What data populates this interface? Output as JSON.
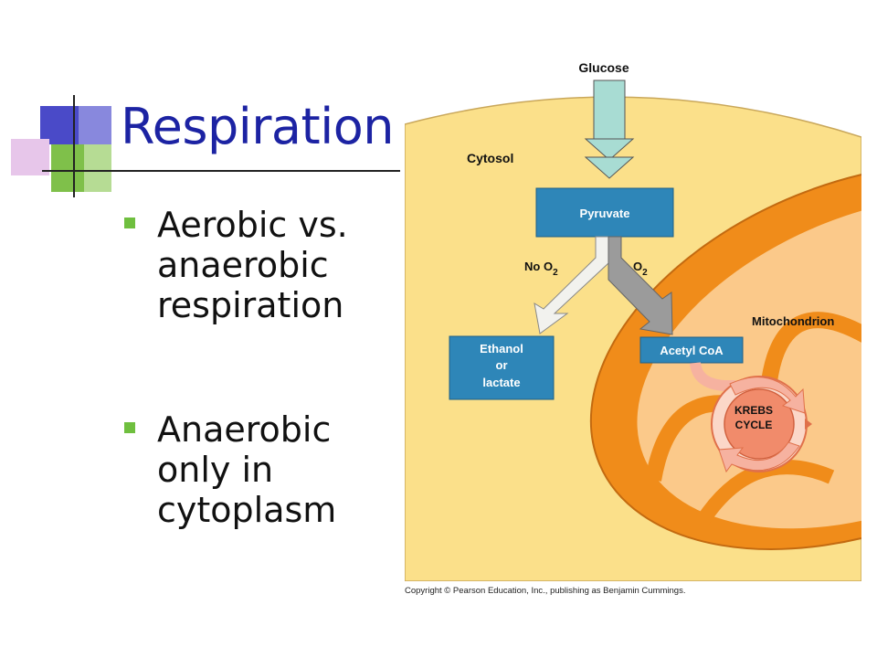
{
  "slide": {
    "title": "Respiration",
    "bullets": [
      "Aerobic vs.\nanaerobic\nrespiration",
      "Anaerobic\nonly in\ncytoplasm"
    ]
  },
  "diagram": {
    "glucose": "Glucose",
    "cytosol": "Cytosol",
    "pyruvate": "Pyruvate",
    "no_o2": "No O",
    "o2": "O",
    "o2_subscript": "2",
    "mitochondrion": "Mitochondrion",
    "ethanol": [
      "Ethanol",
      "or",
      "lactate"
    ],
    "acetyl_coa": "Acetyl CoA",
    "krebs": [
      "KREBS",
      "CYCLE"
    ],
    "copyright": "Copyright © Pearson Education, Inc., publishing as Benjamin Cummings."
  },
  "colors": {
    "title": "#1c23a3",
    "bullet": "#6fbf3f",
    "cytosol": "#fbe08a",
    "mitochondrion_outer": "#f08c1a",
    "label_box": "#2e86b8",
    "glucose_arrow": "#a8dcd3",
    "krebs": "#f18b6b"
  }
}
